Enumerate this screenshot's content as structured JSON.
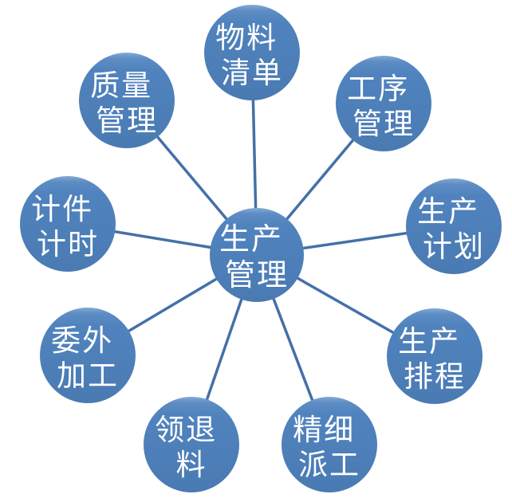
{
  "diagram": {
    "type": "radial-cycle",
    "center": {
      "label": "生产管理",
      "lines": [
        "生产",
        "管理"
      ]
    },
    "nodes": [
      {
        "label": "物料清单",
        "lines": [
          "物料",
          "清单"
        ]
      },
      {
        "label": "工序管理",
        "lines": [
          "工序",
          "管理"
        ]
      },
      {
        "label": "生产计划",
        "lines": [
          "生产",
          "计划"
        ]
      },
      {
        "label": "生产排程",
        "lines": [
          "生产",
          "排程"
        ]
      },
      {
        "label": "精细派工",
        "lines": [
          "精细",
          "派工"
        ]
      },
      {
        "label": "领退料",
        "lines": [
          "领退",
          "料"
        ]
      },
      {
        "label": "委外加工",
        "lines": [
          "委外",
          "加工"
        ]
      },
      {
        "label": "计件计时",
        "lines": [
          "计件",
          "计时"
        ]
      },
      {
        "label": "质量管理",
        "lines": [
          "质量",
          "管理"
        ]
      }
    ],
    "colors": {
      "node_fill": "#4f81bd",
      "node_fill_light": "#7ea6d2",
      "node_fill_dark": "#4a7ab2",
      "connector": "#4470a8",
      "text": "#ffffff",
      "background": "#ffffff"
    }
  }
}
